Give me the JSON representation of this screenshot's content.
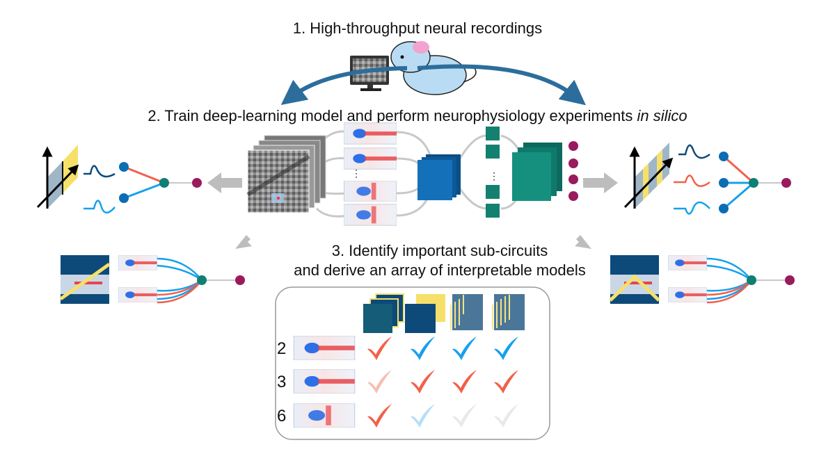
{
  "steps": {
    "step1": "1. High-throughput neural recordings",
    "step2_main": "2. Train deep-learning model and perform neurophysiology experiments ",
    "step2_italic": "in silico",
    "step3_line1": "3. Identify important sub-circuits",
    "step3_line2": "and derive an array of interpretable models"
  },
  "table": {
    "row_labels": [
      "2",
      "3",
      "6"
    ],
    "checks": [
      [
        "red",
        "blue",
        "blue",
        "blue"
      ],
      [
        "pale-red",
        "red",
        "red",
        "red"
      ],
      [
        "red",
        "pale-blue",
        "gray",
        "gray"
      ]
    ]
  },
  "colors": {
    "red": "#f2604a",
    "blue": "#16a0ee",
    "pale-red": "#f8bdb4",
    "pale-blue": "#b6def6",
    "gray": "#e8e8e8",
    "navy": "#0d4a7a",
    "teal": "#0e7f74",
    "purple": "#9a1a5e",
    "node-blue": "#0b6db3",
    "yellow": "#f6e06a",
    "arrow-gray": "#bdbdbd"
  }
}
